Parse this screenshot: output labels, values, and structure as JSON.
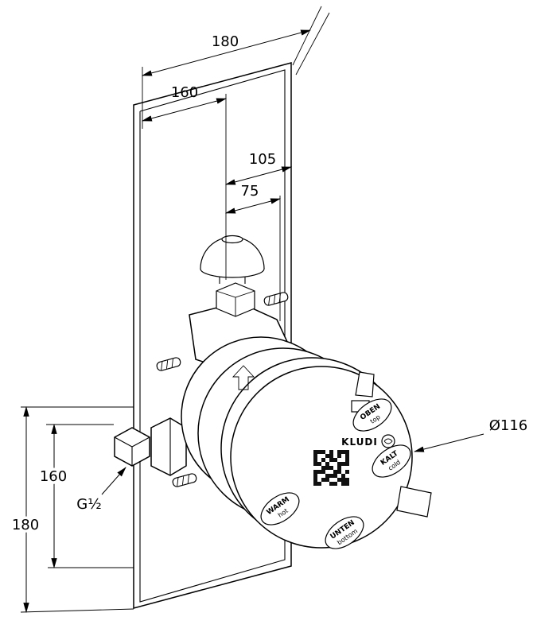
{
  "colors": {
    "line": "#000000",
    "background": "#ffffff",
    "qr": "#111111"
  },
  "dims": {
    "top_outer": "180",
    "top_inner": "160",
    "depth_outer": "105",
    "depth_inner": "75",
    "left_inner": "160",
    "left_outer": "180",
    "diameter": "Ø116",
    "thread": "G½"
  },
  "faceplate": {
    "brand": "KLUDI",
    "badges": {
      "oben": {
        "line1": "OBEN",
        "line2": "top"
      },
      "kalt": {
        "line1": "KALT",
        "line2": "cold"
      },
      "warm": {
        "line1": "WARM",
        "line2": "hot"
      },
      "unten": {
        "line1": "UNTEN",
        "line2": "bottom"
      }
    },
    "qr": [
      "111010111",
      "100110101",
      "101011001",
      "110100111",
      "001110100",
      "111001101",
      "100111010",
      "101100111",
      "110011011"
    ]
  }
}
